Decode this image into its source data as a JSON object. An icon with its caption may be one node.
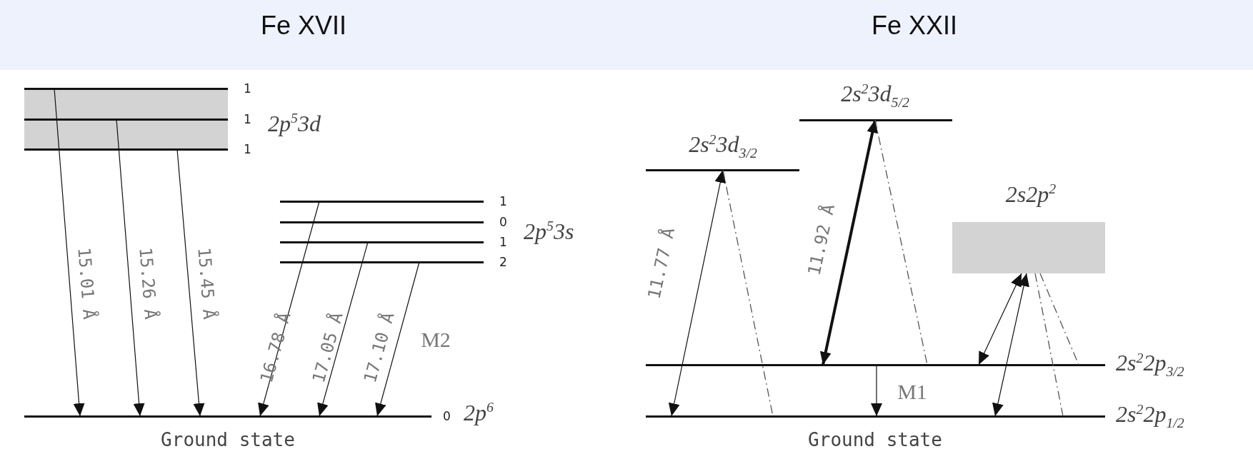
{
  "diagram": {
    "nodes": [
      {
        "text": [
          "2p$^{5}$3d"
        ]
      },
      {
        "text": [],
        "shape": "bar",
        "in": 0,
        "beside": [
          "1"
        ]
      },
      {
        "text": [],
        "shape": "bar",
        "in": 0,
        "beside": [
          "1"
        ]
      },
      {
        "text": [],
        "shape": "bar",
        "in": 0,
        "beside": [
          "1"
        ]
      },
      {
        "text": [],
        "shape": "bar",
        "beside": [
          "1"
        ]
      },
      {
        "text": [],
        "shape": "bar",
        "beside": [
          "0"
        ]
      },
      {
        "text": [],
        "shape": "bar",
        "beside": [
          "1"
        ]
      },
      {
        "text": [],
        "shape": "bar",
        "beside": [
          "2"
        ]
      },
      {
        "text": [],
        "shape": "bar",
        "beside": [
          "0",
          "2p$^{6}$",
          "Ground state"
        ]
      },
      {
        "text": [],
        "shape": "bar",
        "beside": [
          "2s$^{2}$3d$_{3/2}$"
        ]
      },
      {
        "text": [],
        "shape": "bar",
        "beside": [
          "2s$^{2}$3d$_{5/2}$"
        ]
      },
      {
        "text": [
          "2s2p$^{2}$"
        ]
      },
      {
        "text": [],
        "shape": "bar",
        "beside": [
          "2s$^{2}$2p$_{3/2}$"
        ]
      },
      {
        "text": [],
        "shape": "bar",
        "beside": [
          "2s$^{2}$2p$_{1/2}$",
          "Ground state"
        ]
      }
    ],
    "edges": [
      {
        "from": 1,
        "to": 8,
        "arrow": "to",
        "label": "15.01 Å"
      },
      {
        "from": 2,
        "to": 8,
        "arrow": "to",
        "label": "15.26 Å"
      },
      {
        "from": 3,
        "to": 8,
        "arrow": "to",
        "label": "15.45 Å"
      },
      {
        "from": 4,
        "to": 8,
        "arrow": "to",
        "label": "16.78 Å"
      },
      {
        "from": 6,
        "to": 8,
        "arrow": "to",
        "label": "17.05 Å"
      },
      {
        "from": 7,
        "to": 8,
        "arrow": "to",
        "label": "17.10 Å"
      },
      {
        "from": 13,
        "to": 9,
        "arrow": "both",
        "label": "11.77 Å"
      },
      {
        "from": 9,
        "to": 13,
        "arrow": "none",
        "style": "dashed",
        "color": "#555555"
      },
      {
        "from": 12,
        "to": 10,
        "arrow": "both",
        "style": "thick",
        "label": "11.92 Å"
      },
      {
        "from": 10,
        "to": 12,
        "arrow": "none",
        "style": "dashed",
        "color": "#555555"
      },
      {
        "from": 12,
        "to": 13,
        "arrow": "to",
        "label": "M1"
      },
      {
        "from": 11,
        "to": 12,
        "arrow": "both"
      },
      {
        "from": 11,
        "to": 13,
        "arrow": "both"
      },
      {
        "from": 11,
        "to": 12,
        "arrow": "none",
        "style": "dashed",
        "color": "#555555"
      },
      {
        "from": 11,
        "to": 13,
        "arrow": "none",
        "style": "dashed",
        "color": "#555555"
      }
    ],
    "labels": [
      "Fe XVII",
      "Fe XXII",
      "2p$^{5}$3s",
      "M2"
    ]
  }
}
